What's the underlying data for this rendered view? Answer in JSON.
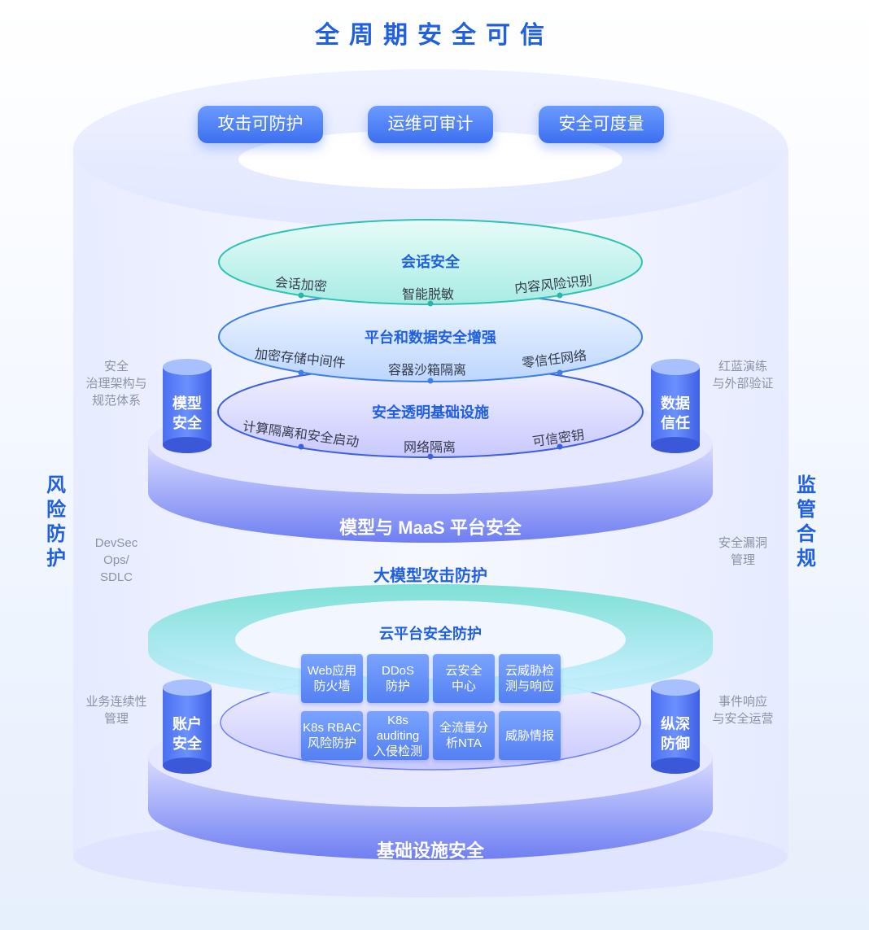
{
  "title": "全周期安全可信",
  "top_buttons": [
    "攻击可防护",
    "运维可审计",
    "安全可度量"
  ],
  "left_vertical": "风险防护",
  "right_vertical": "监管合规",
  "left_labels": [
    "安全\n治理架构与\n规范体系",
    "DevSec\nOps/\nSDLC",
    "业务连续性\n管理"
  ],
  "right_labels": [
    "红蓝演练\n与外部验证",
    "安全漏洞\n管理",
    "事件响应\n与安全运营"
  ],
  "session_security": {
    "title": "会话安全",
    "items": [
      "会话加密",
      "智能脱敏",
      "内容风险识别"
    ]
  },
  "platform_data_security": {
    "title": "平台和数据安全增强",
    "items": [
      "加密存储中间件",
      "容器沙箱隔离",
      "零信任网络"
    ]
  },
  "transparent_infra": {
    "title": "安全透明基础设施",
    "items": [
      "计算隔离和安全启动",
      "网络隔离",
      "可信密钥"
    ]
  },
  "model_maas_band": "模型与 MaaS 平台安全",
  "llm_attack_protection": "大模型攻击防护",
  "cloud_platform_security": {
    "title": "云平台安全防护",
    "cells": [
      "Web应用\n防火墙",
      "DDoS\n防护",
      "云安全\n中心",
      "云威胁检\n测与响应",
      "K8s RBAC\n风险防护",
      "K8s\nauditing\n入侵检测",
      "全流量分\n析NTA",
      "威胁情报"
    ]
  },
  "infra_band": "基础设施安全",
  "cylinders": {
    "model_security": "模型\n安全",
    "data_trust": "数据\n信任",
    "account_security": "账户\n安全",
    "defense_in_depth": "纵深\n防御"
  }
}
